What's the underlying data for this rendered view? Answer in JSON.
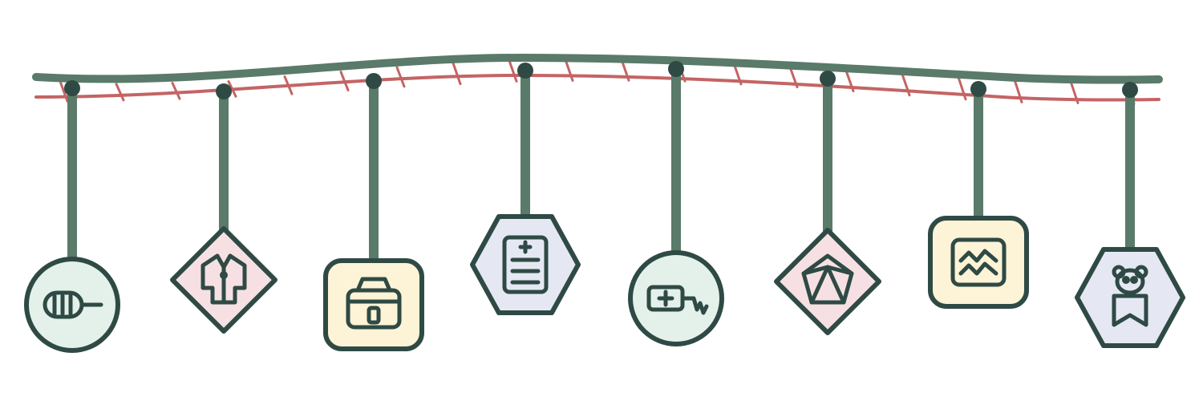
{
  "colors": {
    "background": "#ffffff",
    "rope": "#5a7a6a",
    "string": "#c46464",
    "outline": "#2f4a45",
    "mint": "#e4f1ea",
    "pink": "#f7e0e3",
    "cream": "#fdf3d6",
    "lavender": "#e5e8f3"
  },
  "ornaments": [
    {
      "name": "ornament-1",
      "shape": "circle",
      "fill": "mint",
      "icon": "cassette-probe-icon"
    },
    {
      "name": "ornament-2",
      "shape": "diamond",
      "fill": "pink",
      "icon": "jacket-icon"
    },
    {
      "name": "ornament-3",
      "shape": "rounded-square",
      "fill": "cream",
      "icon": "lunchbox-icon"
    },
    {
      "name": "ornament-4",
      "shape": "hexagon",
      "fill": "lavender",
      "icon": "medical-chart-icon"
    },
    {
      "name": "ornament-5",
      "shape": "circle",
      "fill": "mint",
      "icon": "battery-plug-icon"
    },
    {
      "name": "ornament-6",
      "shape": "diamond",
      "fill": "pink",
      "icon": "pentagon-gem-icon"
    },
    {
      "name": "ornament-7",
      "shape": "rounded-square",
      "fill": "cream",
      "icon": "waveform-monitor-icon"
    },
    {
      "name": "ornament-8",
      "shape": "hexagon",
      "fill": "lavender",
      "icon": "teddy-bear-icon"
    }
  ]
}
